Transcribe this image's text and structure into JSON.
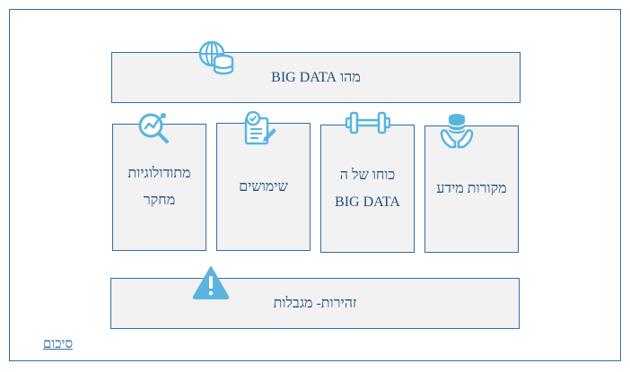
{
  "header": {
    "label": "מהו BIG DATA"
  },
  "cards": [
    {
      "label": "מקורות מידע"
    },
    {
      "label": "כוחו של ה BIG DATA"
    },
    {
      "label": "שימושים"
    },
    {
      "label": "מתודולוגיות מחקר"
    }
  ],
  "footer": {
    "label": "זהירות- מגבלות"
  },
  "summary_link": {
    "label": "סיכום"
  },
  "colors": {
    "accent": "#2e6da4",
    "icon": "#5ab4de",
    "box_bg": "#f2f2f2",
    "text": "#1f4e79"
  },
  "icons": {
    "header": "globe-database-icon",
    "cards": [
      "database-hands-icon",
      "dumbbell-icon",
      "checklist-pencil-icon",
      "analytics-magnifier-icon"
    ],
    "footer": "warning-triangle-icon"
  }
}
